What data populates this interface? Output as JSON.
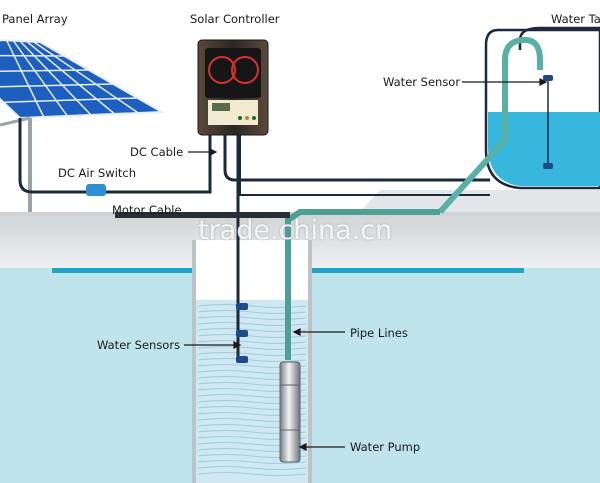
{
  "labels": {
    "panel_array": "Panel Array",
    "solar_controller": "Solar Controller",
    "water_tank": "Water Ta",
    "water_sensor": "Water Sensor",
    "dc_cable": "DC Cable",
    "dc_air_switch": "DC Air Switch",
    "motor_cable": "Motor Cable",
    "pipe_lines": "Pipe Lines",
    "water_sensors": "Water Sensors",
    "water_pump": "Water Pump"
  },
  "watermark": "trade.china.cn",
  "colors": {
    "water": "#bfe4ec",
    "water_dark": "#1fa6c9",
    "tank_water": "#37b7de",
    "pipe": "#58b0a6",
    "cable": "#1b2a3a",
    "panel": "#1f67c8",
    "controller_body": "#2a2a2a",
    "ground": "#d9dcde"
  }
}
